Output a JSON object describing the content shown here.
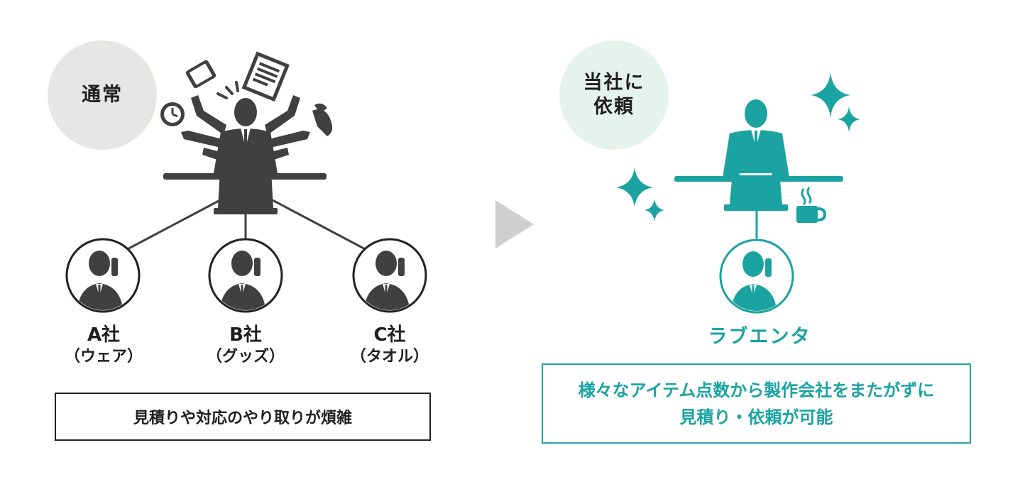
{
  "left": {
    "badge": {
      "line1": "通常"
    },
    "companies": [
      {
        "name": "A社",
        "category": "（ウェア）"
      },
      {
        "name": "B社",
        "category": "（グッズ）"
      },
      {
        "name": "C社",
        "category": "（タオル）"
      }
    ],
    "caption": "見積りや対応のやり取りが煩雑"
  },
  "right": {
    "badge": {
      "line1": "当社に",
      "line2": "依頼"
    },
    "vendor_name": "ラブエンタ",
    "caption_line1": "様々なアイテム点数から製作会社をまたがずに",
    "caption_line2": "見積り・依頼が可能"
  },
  "colors": {
    "dark": "#404040",
    "teal": "#1aa3a1",
    "badge_left_bg": "#e6e6e4",
    "badge_right_bg": "#e6f3ec",
    "arrow_gray": "#cfcfcf"
  },
  "icons": [
    "busy-person-icon",
    "phone-icon",
    "document-icon",
    "clock-icon",
    "telephone-icon",
    "laptop-icon",
    "person-on-phone-icon",
    "calm-person-icon",
    "sparkle-icon",
    "coffee-cup-icon",
    "arrow-right-icon"
  ]
}
